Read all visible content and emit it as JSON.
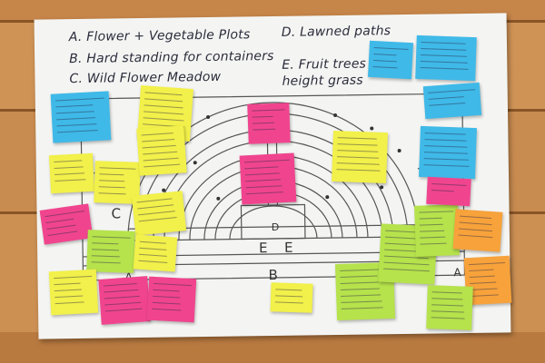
{
  "legend": {
    "a": "A. Flower + Vegetable Plots",
    "b": "B. Hard standing for containers",
    "c": "C. Wild Flower Meadow",
    "d": "D. Lawned paths",
    "e": "E. Fruit trees",
    "e_cont": "height grass"
  },
  "plan_labels": {
    "a_left": "A",
    "a_right": "A",
    "b": "B",
    "c": "C",
    "d": "D",
    "e1": "E",
    "e2": "E"
  },
  "colors": {
    "floor": "#c98a4f",
    "board": "#f4f5f3",
    "yellow": "#f2f04a",
    "lime": "#b6e24c",
    "pink": "#f0458e",
    "blue": "#3fb9e8",
    "orange": "#f7a23b"
  }
}
